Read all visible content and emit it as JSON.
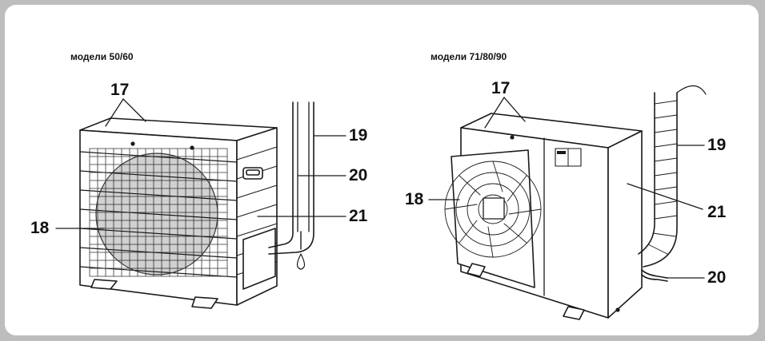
{
  "figure": {
    "left_unit": {
      "caption": "модели 50/60",
      "callouts": {
        "c17": "17",
        "c18": "18",
        "c19": "19",
        "c20": "20",
        "c21": "21"
      }
    },
    "right_unit": {
      "caption": "модели 71/80/90",
      "callouts": {
        "c17": "17",
        "c18": "18",
        "c19": "19",
        "c20": "20",
        "c21": "21"
      }
    }
  }
}
